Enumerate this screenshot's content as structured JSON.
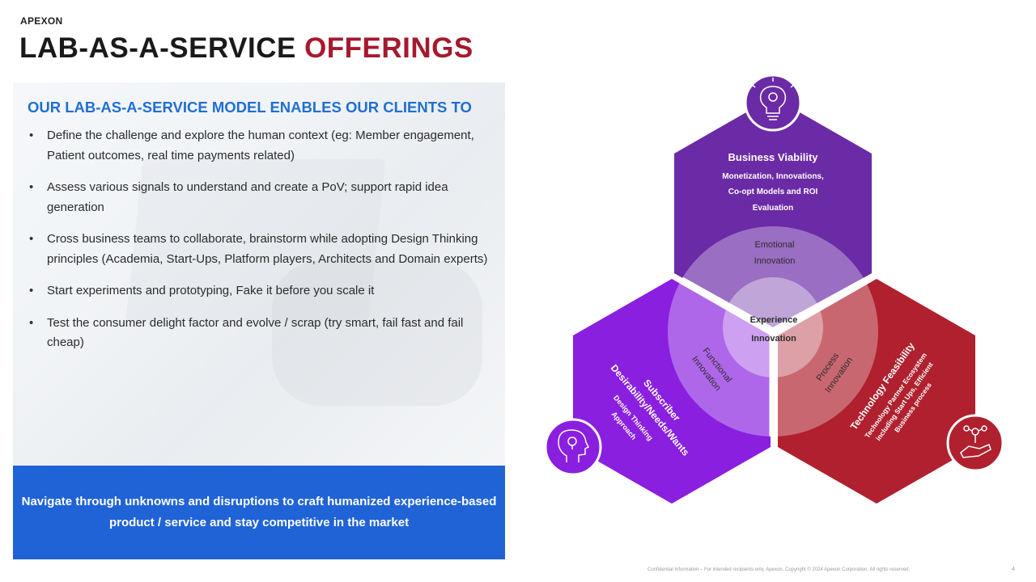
{
  "header": {
    "brand": "APEXON",
    "title_main": "LAB-AS-A-SERVICE",
    "title_accent": "OFFERINGS"
  },
  "panel": {
    "heading": "OUR LAB-AS-A-SERVICE MODEL ENABLES OUR CLIENTS TO",
    "bullets": [
      "Define the challenge and explore the human context (eg: Member engagement, Patient outcomes, real time payments related)",
      "Assess various signals to understand and create a PoV; support rapid idea generation",
      "Cross business teams to collaborate, brainstorm while adopting Design Thinking principles (Academia, Start-Ups, Platform players, Architects and Domain experts)",
      "Start experiments and prototyping, Fake it before you scale it",
      "Test the consumer delight factor and evolve / scrap (try smart, fail fast and fail cheap)"
    ],
    "banner": "Navigate through unknowns and disruptions to craft humanized experience-based product / service and stay competitive in the market"
  },
  "diagram": {
    "top": {
      "title": "Business Viability",
      "lines": [
        "Monetization, Innovations,",
        "Co-opt Models and ROI",
        "Evaluation"
      ],
      "icon": "lightbulb-gear-icon",
      "color": "#6b2aa6"
    },
    "left": {
      "title1": "Subscriber",
      "title2": "Desirability/Needs/Wants",
      "sub1": "Design Thinking",
      "sub2": "Approach",
      "icon": "head-lightbulb-icon",
      "color": "#8a1fe0"
    },
    "right": {
      "title": "Technology Feasibility",
      "sub1": "Technology Partner Ecosystem",
      "sub2": "including Start Ups, Efficient",
      "sub3": "Business process",
      "icon": "hand-network-icon",
      "color": "#b0202e"
    },
    "ring_top": [
      "Emotional",
      "Innovation"
    ],
    "ring_left": [
      "Functional",
      "Innovation"
    ],
    "ring_right": [
      "Process",
      "Innovation"
    ],
    "center": [
      "Experience",
      "Innovation"
    ]
  },
  "footer": {
    "text": "Confidential Information – For intended recipients only. Apexon. Copyright © 2024 Apexon Corporation. All rights reserved.",
    "page": "4"
  }
}
